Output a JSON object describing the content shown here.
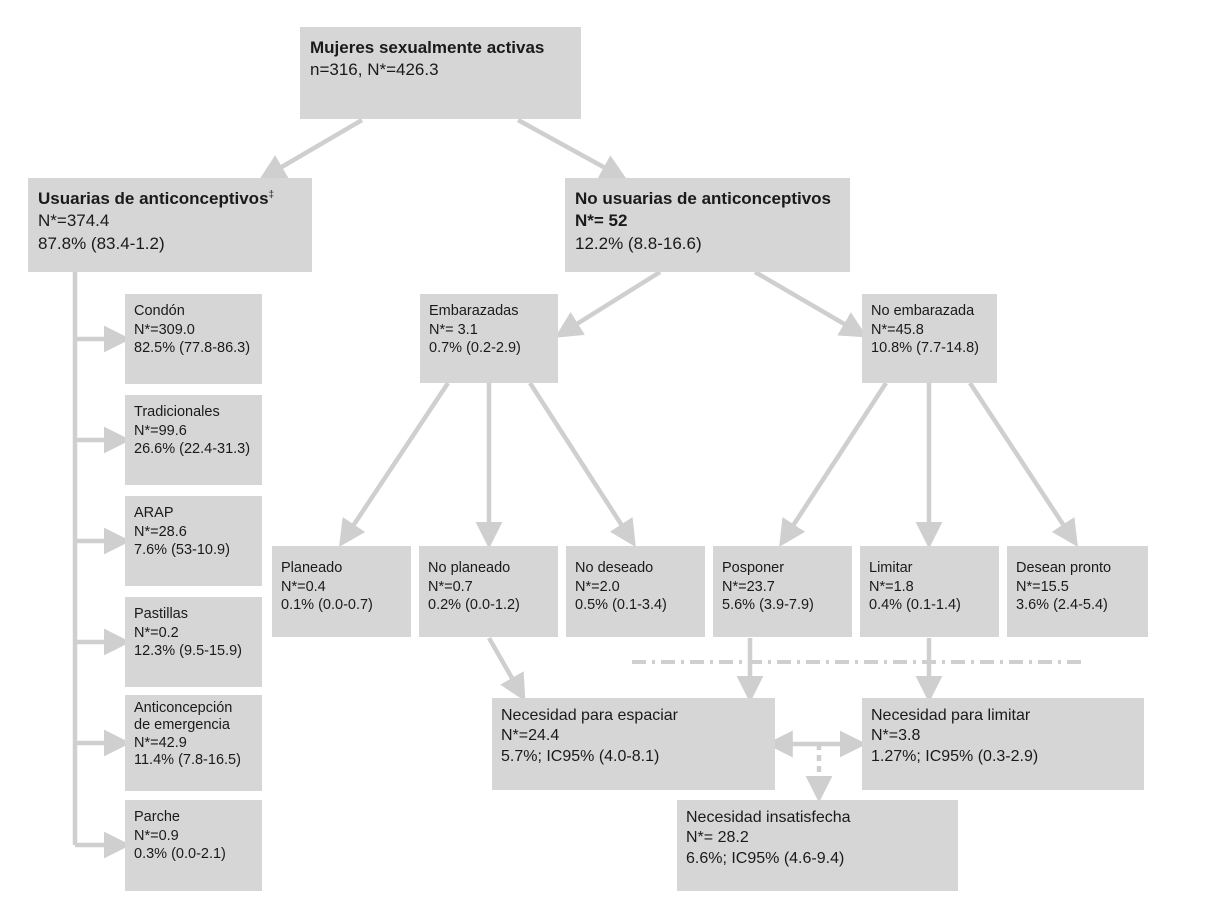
{
  "root": {
    "title": "Mujeres sexualmente activas",
    "stats": "n=316, N*=426.3"
  },
  "users": {
    "title": "Usuarias de anticonceptivos",
    "title_mark": "‡",
    "n": "N*=374.4",
    "pct": "87.8% (83.4-1.2)"
  },
  "nonusers": {
    "title": "No usuarias de anticonceptivos",
    "n": "N*= 52",
    "pct": "12.2%  (8.8-16.6)"
  },
  "methods": [
    {
      "lines": [
        "Condón",
        "N*=309.0",
        "82.5% (77.8-86.3)"
      ]
    },
    {
      "lines": [
        "Tradicionales",
        "N*=99.6",
        "26.6% (22.4-31.3)"
      ]
    },
    {
      "lines": [
        "ARAP",
        "N*=28.6",
        "7.6% (53-10.9)"
      ]
    },
    {
      "lines": [
        "Pastillas",
        "N*=0.2",
        "12.3% (9.5-15.9)"
      ]
    },
    {
      "lines": [
        "Anticoncepción",
        "de emergencia",
        "N*=42.9",
        "11.4% (7.8-16.5)"
      ]
    },
    {
      "lines": [
        "Parche",
        "N*=0.9",
        "0.3% (0.0-2.1)"
      ]
    }
  ],
  "pregnant": {
    "title": "Embarazadas",
    "n": "N*= 3.1",
    "pct": "0.7% (0.2-2.9)"
  },
  "not_pregnant": {
    "title": "No embarazada",
    "n": "N*=45.8",
    "pct": "10.8% (7.7-14.8)"
  },
  "pregnant_children": [
    {
      "title": "Planeado",
      "n": "N*=0.4",
      "pct": "0.1% (0.0-0.7)"
    },
    {
      "title": "No planeado",
      "n": "N*=0.7",
      "pct": "0.2%  (0.0-1.2)"
    },
    {
      "title": "No deseado",
      "n": "N*=2.0",
      "pct": "0.5%  (0.1-3.4)"
    }
  ],
  "not_pregnant_children": [
    {
      "title": "Posponer",
      "n": "N*=23.7",
      "pct": "5.6% (3.9-7.9)"
    },
    {
      "title": "Limitar",
      "n": "N*=1.8",
      "pct": "0.4% (0.1-1.4)"
    },
    {
      "title": "Desean pronto",
      "n": "N*=15.5",
      "pct": "3.6% (2.4-5.4)"
    }
  ],
  "need_space": {
    "title": "Necesidad para espaciar",
    "n": "N*=24.4",
    "pct": "5.7%; IC95% (4.0-8.1)"
  },
  "need_limit": {
    "title": "Necesidad para limitar",
    "n": "N*=3.8",
    "pct": "1.27%; IC95% (0.3-2.9)"
  },
  "unmet": {
    "title": "Necesidad insatisfecha",
    "n": "N*= 28.2",
    "pct": "6.6%; IC95% (4.6-9.4)"
  },
  "colors": {
    "box": "#d6d6d6",
    "arrow": "#cfcfcf",
    "text": "#1a1a1a"
  }
}
